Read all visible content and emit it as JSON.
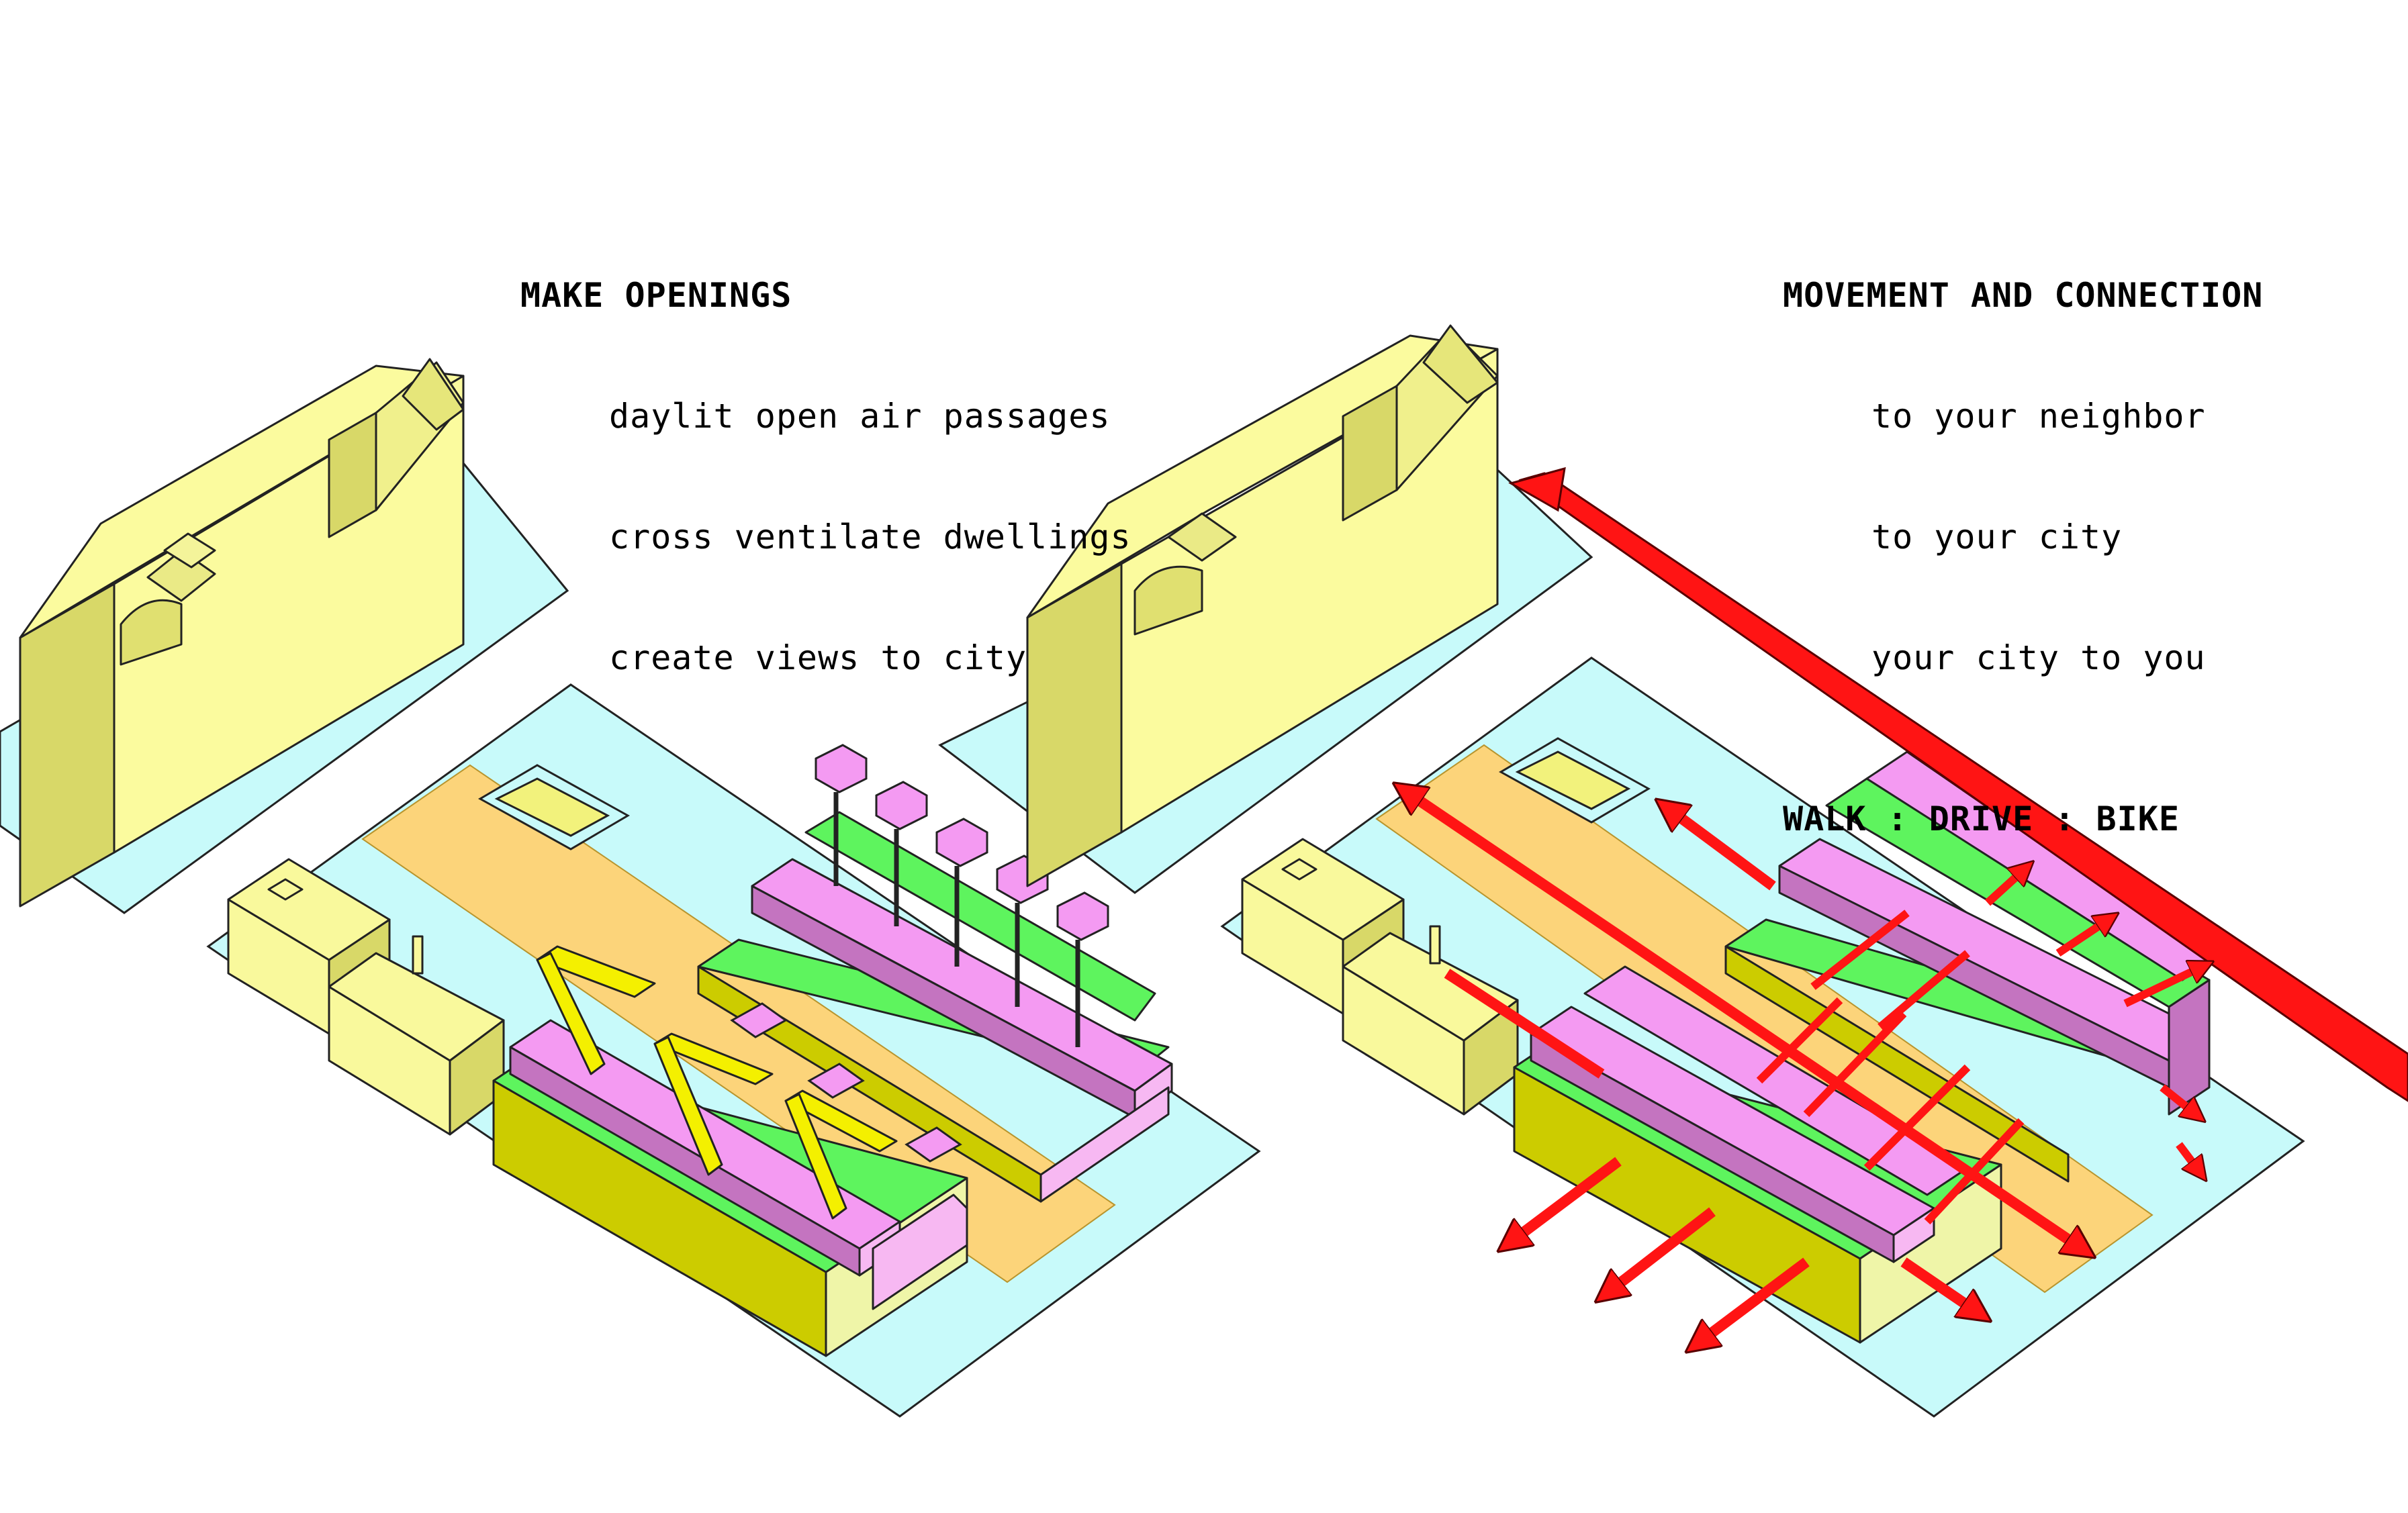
{
  "left_panel": {
    "heading": "MAKE OPENINGS",
    "lines": [
      "daylit open air passages",
      "cross ventilate dwellings",
      "create views to city"
    ]
  },
  "right_panel": {
    "heading": "MOVEMENT AND CONNECTION",
    "lines": [
      "to your neighbor",
      "to your city",
      "your city to you"
    ],
    "modes": "WALK : DRIVE : BIKE"
  },
  "colors": {
    "ground": "#c8fafa",
    "building": "#f9f99c",
    "street": "#fcd47a",
    "dwelling_top": "#f49af2",
    "garden": "#5ef45e",
    "podium": "#cccc00",
    "arrow": "#ff1414",
    "stair": "#f4f000"
  },
  "icons": [
    "light-well-icon",
    "stair-icon",
    "skylight-icon",
    "arrow-icon"
  ]
}
